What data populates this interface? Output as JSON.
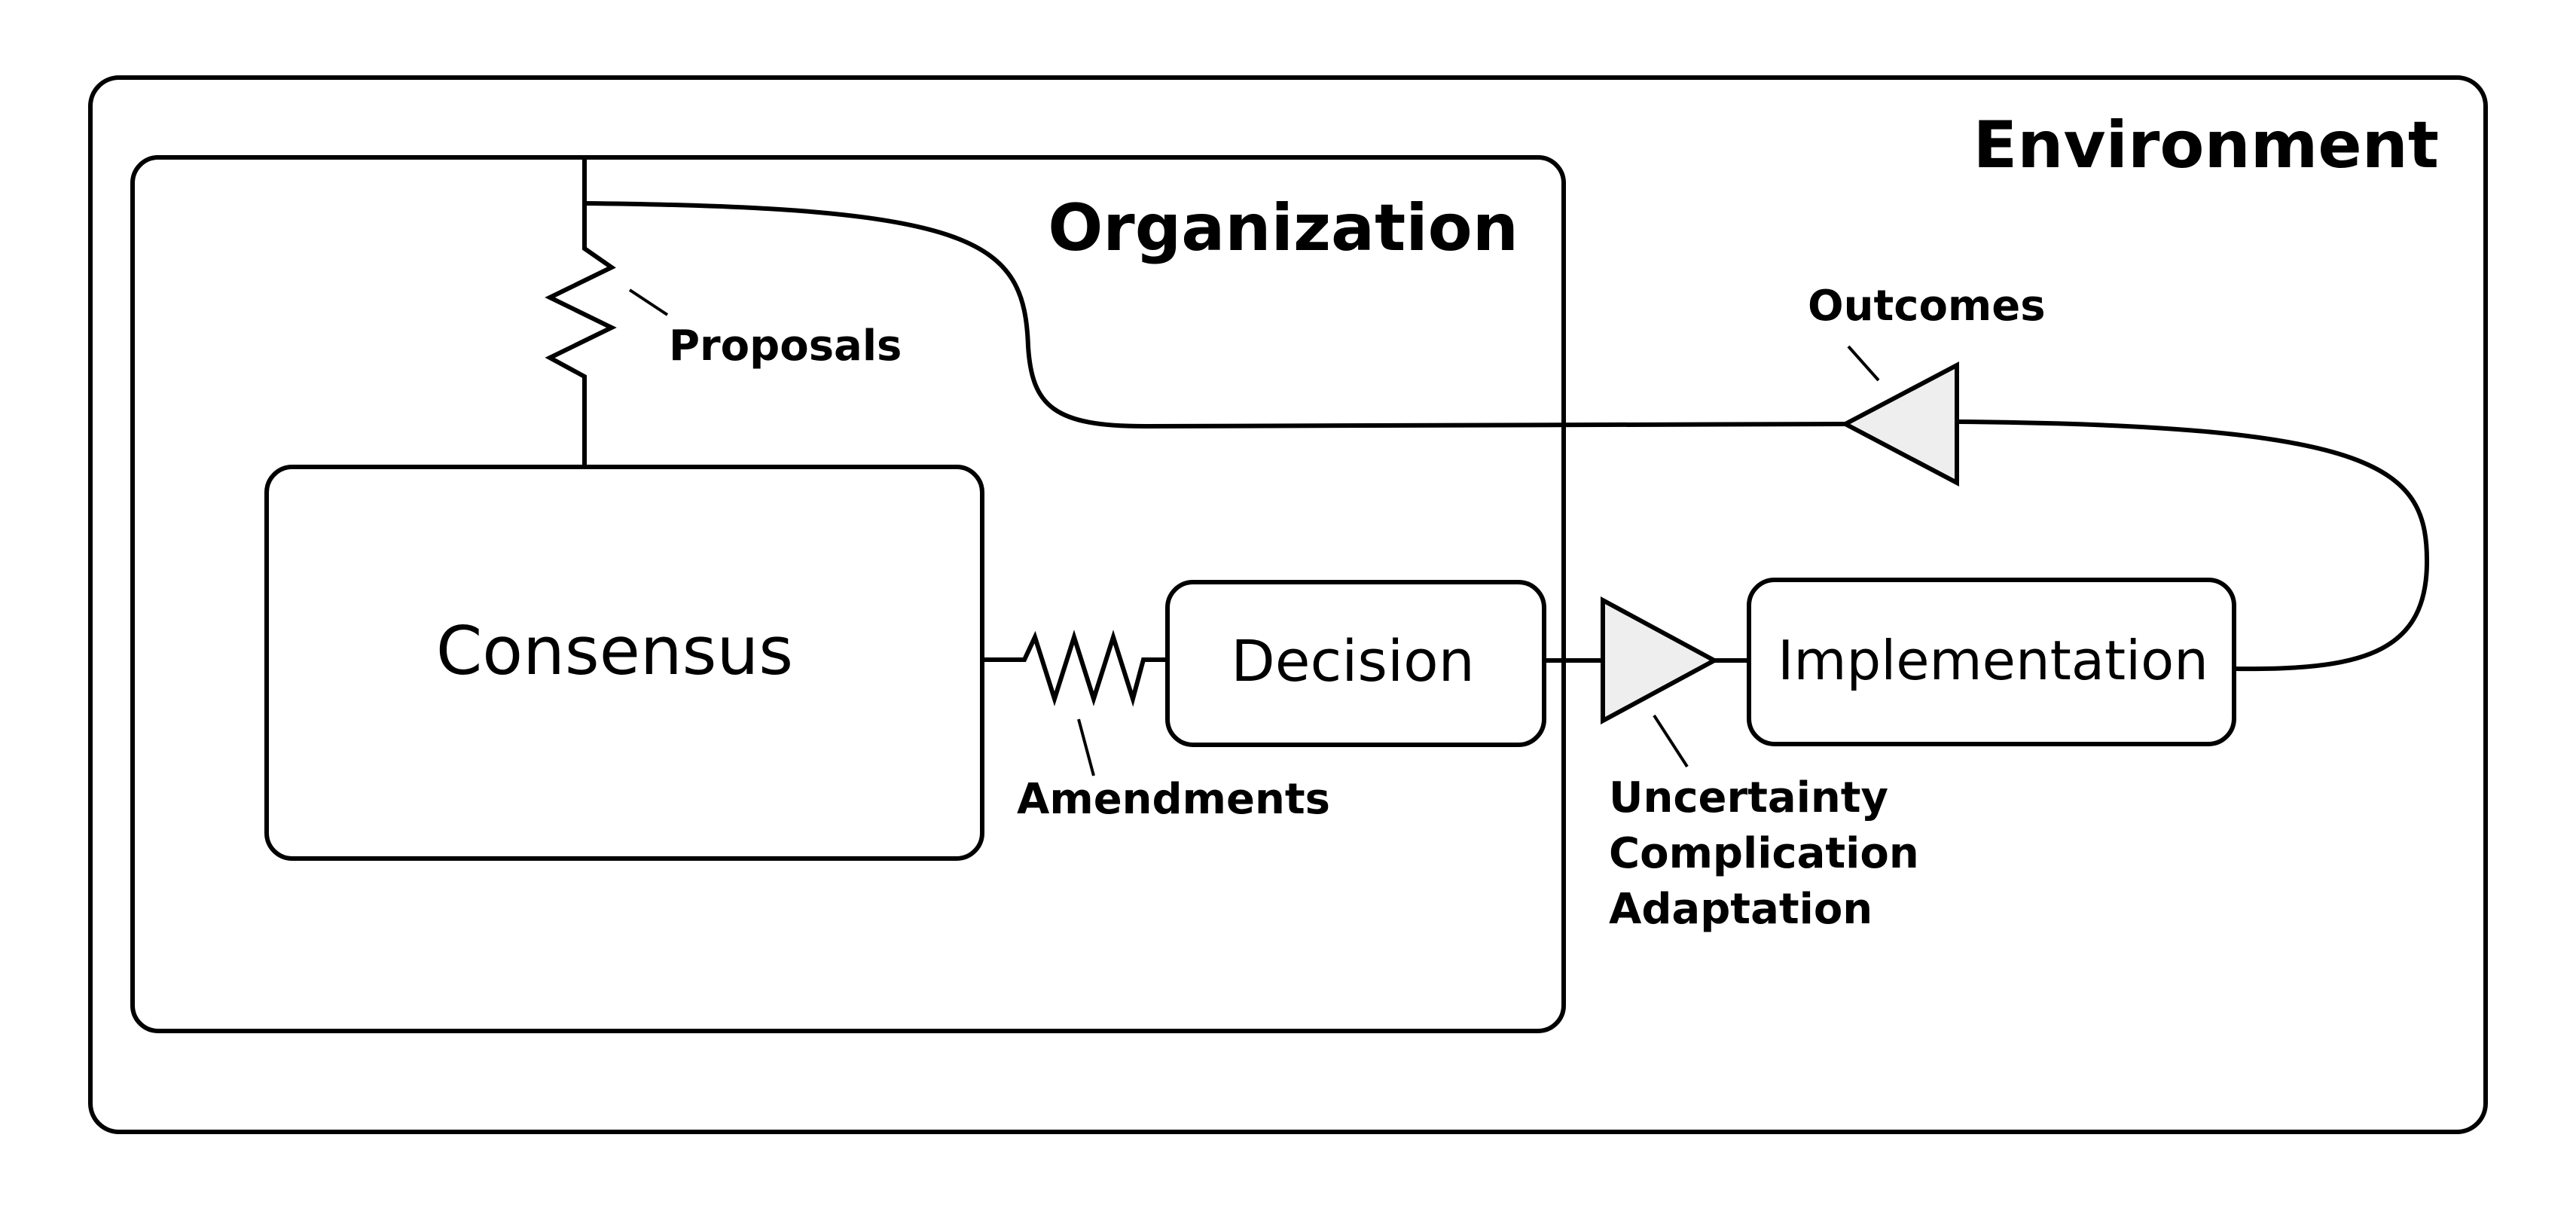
{
  "environment": {
    "label": "Environment"
  },
  "organization": {
    "label": "Organization"
  },
  "boxes": {
    "consensus": "Consensus",
    "decision": "Decision",
    "implementation": "Implementation"
  },
  "annotations": {
    "proposals": "Proposals",
    "amendments": "Amendments",
    "outcomes": "Outcomes",
    "factors": [
      "Uncertainty",
      "Complication",
      "Adaptation"
    ]
  },
  "colors": {
    "stroke": "#000000",
    "triangle_fill": "#eeeeee",
    "background": "#ffffff"
  }
}
